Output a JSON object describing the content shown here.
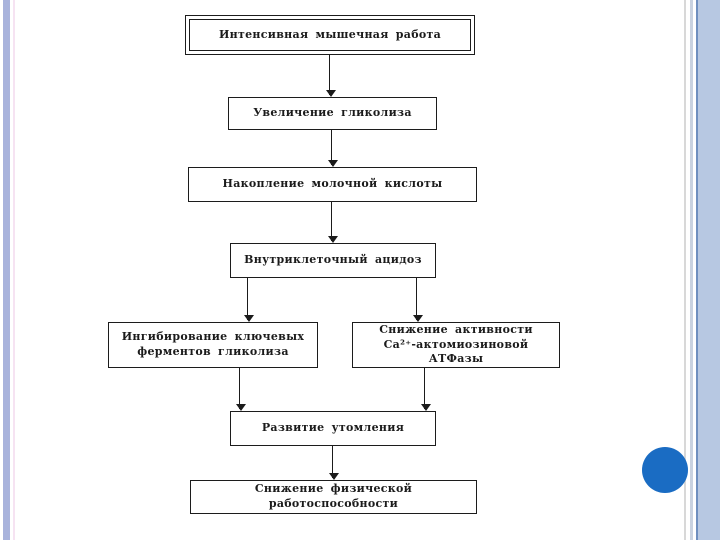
{
  "slide": {
    "background_color": "#ffffff",
    "accent_circle_color": "#1a6cc3",
    "left_stripe_color": "#a9b3dc",
    "left_pink_line_color": "#f6e3f2",
    "right_band_color": "#b7c8e2",
    "right_dark_line_color": "#6f8fbf",
    "right_gray_line_color": "#d8d8d8",
    "text_color": "#1b1b1b"
  },
  "flowchart": {
    "nodes": [
      {
        "id": "start",
        "label": "Интенсивная мышечная работа"
      },
      {
        "id": "glycolysis",
        "label": "Увеличение гликолиза"
      },
      {
        "id": "lactate",
        "label": "Накопление молочной кислоты"
      },
      {
        "id": "acidosis",
        "label": "Внутриклеточный ацидоз"
      },
      {
        "id": "inhibition",
        "label": "Ингибирование ключевых ферментов гликолиза"
      },
      {
        "id": "atpase",
        "label": "Снижение активности Ca²⁺-актомиозиновой АТФазы"
      },
      {
        "id": "fatigue",
        "label": "Развитие утомления"
      },
      {
        "id": "performance",
        "label": "Снижение физической работоспособности"
      }
    ],
    "edges": [
      {
        "from": "start",
        "to": "glycolysis"
      },
      {
        "from": "glycolysis",
        "to": "lactate"
      },
      {
        "from": "lactate",
        "to": "acidosis"
      },
      {
        "from": "acidosis",
        "to": "inhibition"
      },
      {
        "from": "acidosis",
        "to": "atpase"
      },
      {
        "from": "inhibition",
        "to": "fatigue"
      },
      {
        "from": "atpase",
        "to": "fatigue"
      },
      {
        "from": "fatigue",
        "to": "performance"
      }
    ]
  }
}
